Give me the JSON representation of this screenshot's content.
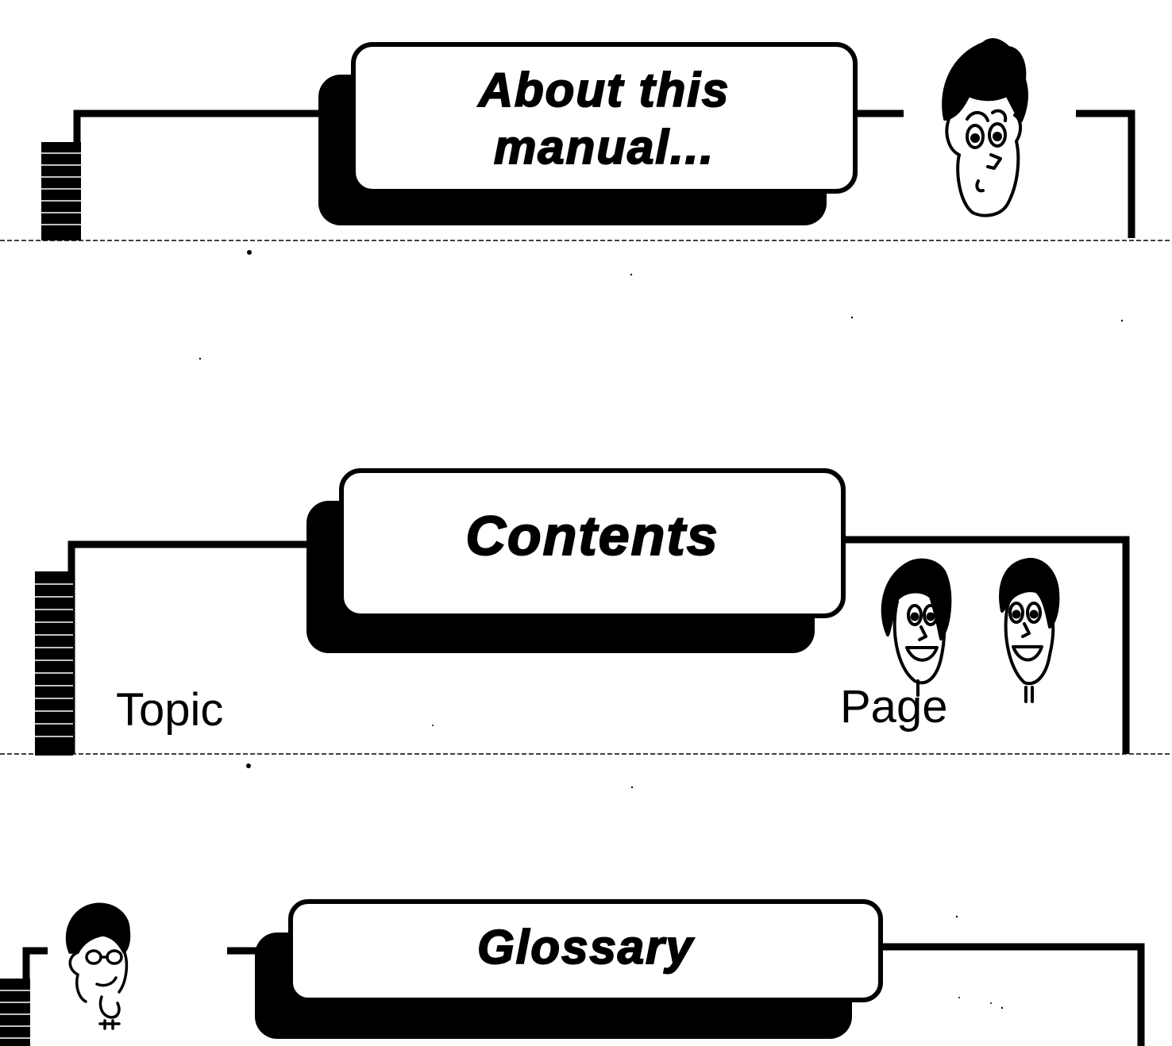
{
  "sections": [
    {
      "title_lines": [
        "About this",
        "manual..."
      ]
    },
    {
      "title_lines": [
        "Contents"
      ],
      "column_left": "Topic",
      "column_right": "Page"
    },
    {
      "title_lines": [
        "Glossary"
      ]
    }
  ],
  "icons": {
    "section1": "cartoon-face-icon",
    "section2": [
      "cartoon-face-icon",
      "cartoon-face-icon"
    ],
    "section3": "cartoon-face-icon"
  },
  "colors": {
    "ink": "#000000",
    "paper": "#ffffff"
  }
}
